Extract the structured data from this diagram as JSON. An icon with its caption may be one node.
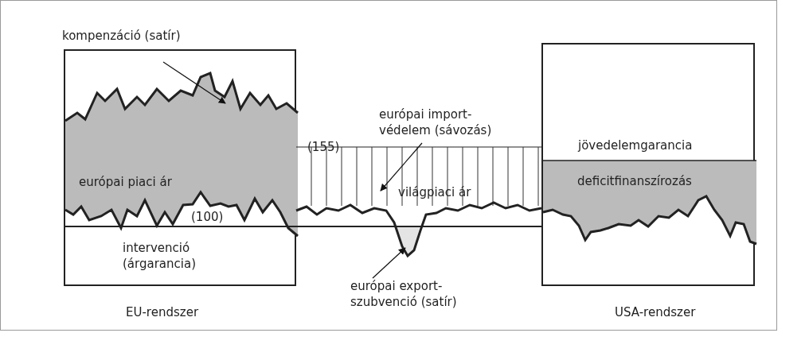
{
  "diagram": {
    "nodes": [
      {
        "text": [
          "EU-rendszer"
        ]
      },
      {
        "text": [
          "európai piaci ár"
        ],
        "in": 0
      },
      {
        "text": [
          "intervenció (árgarancia)"
        ],
        "in": 0
      },
      {
        "text": [
          "USA-rendszer"
        ]
      },
      {
        "text": [
          "jövedelemgarancia"
        ],
        "in": 3
      },
      {
        "text": [
          "deficitfinanszírozás"
        ],
        "in": 3
      },
      {
        "text": [],
        "shape": "band"
      },
      {
        "text": [],
        "shape": "area"
      },
      {
        "text": [
          "kompenzáció (satír)"
        ]
      },
      {
        "text": [
          "európai import-védelem (sávozás)"
        ]
      },
      {
        "text": [
          "európai export-szubvenció (satír)"
        ]
      }
    ],
    "edges": [
      {
        "from": 8,
        "to": 1,
        "arrow": "to"
      },
      {
        "from": 9,
        "to": 6,
        "arrow": "to"
      },
      {
        "from": 10,
        "to": 7,
        "arrow": "to"
      }
    ],
    "labels": [
      "(155)",
      "(100)",
      "világpiaci ár"
    ]
  }
}
